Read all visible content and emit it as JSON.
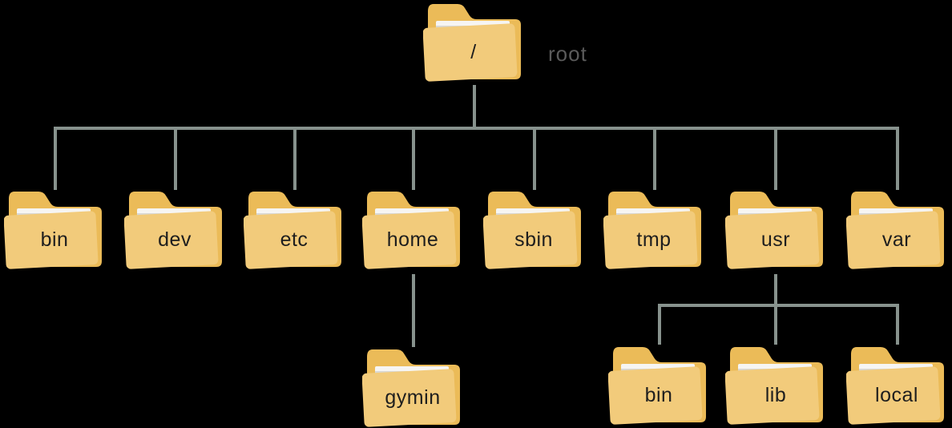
{
  "title": "Linux filesystem hierarchy diagram",
  "palette": {
    "background": "#000000",
    "folder-back": "#EBBB58",
    "folder-front": "#F2CB7B",
    "paper": "#F6F5F3",
    "paper-edge": "#D9D8D4",
    "line": "#87928D",
    "label": "#1E1E1E",
    "annotation": "#5B5B5B"
  },
  "tree": {
    "root": {
      "label": "/",
      "annotation": "root"
    },
    "children": [
      {
        "label": "bin"
      },
      {
        "label": "dev"
      },
      {
        "label": "etc"
      },
      {
        "label": "home",
        "children": [
          {
            "label": "gymin"
          }
        ]
      },
      {
        "label": "sbin"
      },
      {
        "label": "tmp"
      },
      {
        "label": "usr",
        "children": [
          {
            "label": "bin"
          },
          {
            "label": "lib"
          },
          {
            "label": "local"
          }
        ]
      },
      {
        "label": "var"
      }
    ]
  }
}
